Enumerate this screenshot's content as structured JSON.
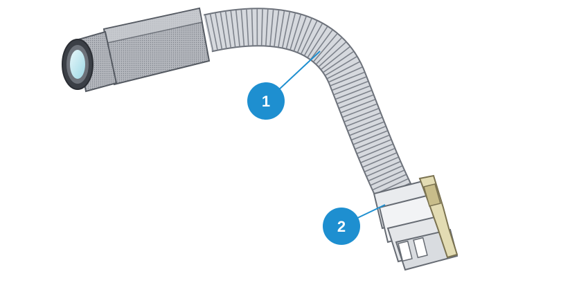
{
  "colors": {
    "callout_fill": "#1e8fd0",
    "leader_line": "#1e8fd0",
    "hose_fill": "#c9ccd2",
    "hose_shade": "#8a8f98",
    "fitting_fill": "#a9acb2",
    "lens": "#bfe9f1",
    "clip_accent": "#c8bd8a"
  },
  "callouts": [
    {
      "label": "1",
      "part": "corrugated-hose"
    },
    {
      "label": "2",
      "part": "end-connector"
    }
  ]
}
